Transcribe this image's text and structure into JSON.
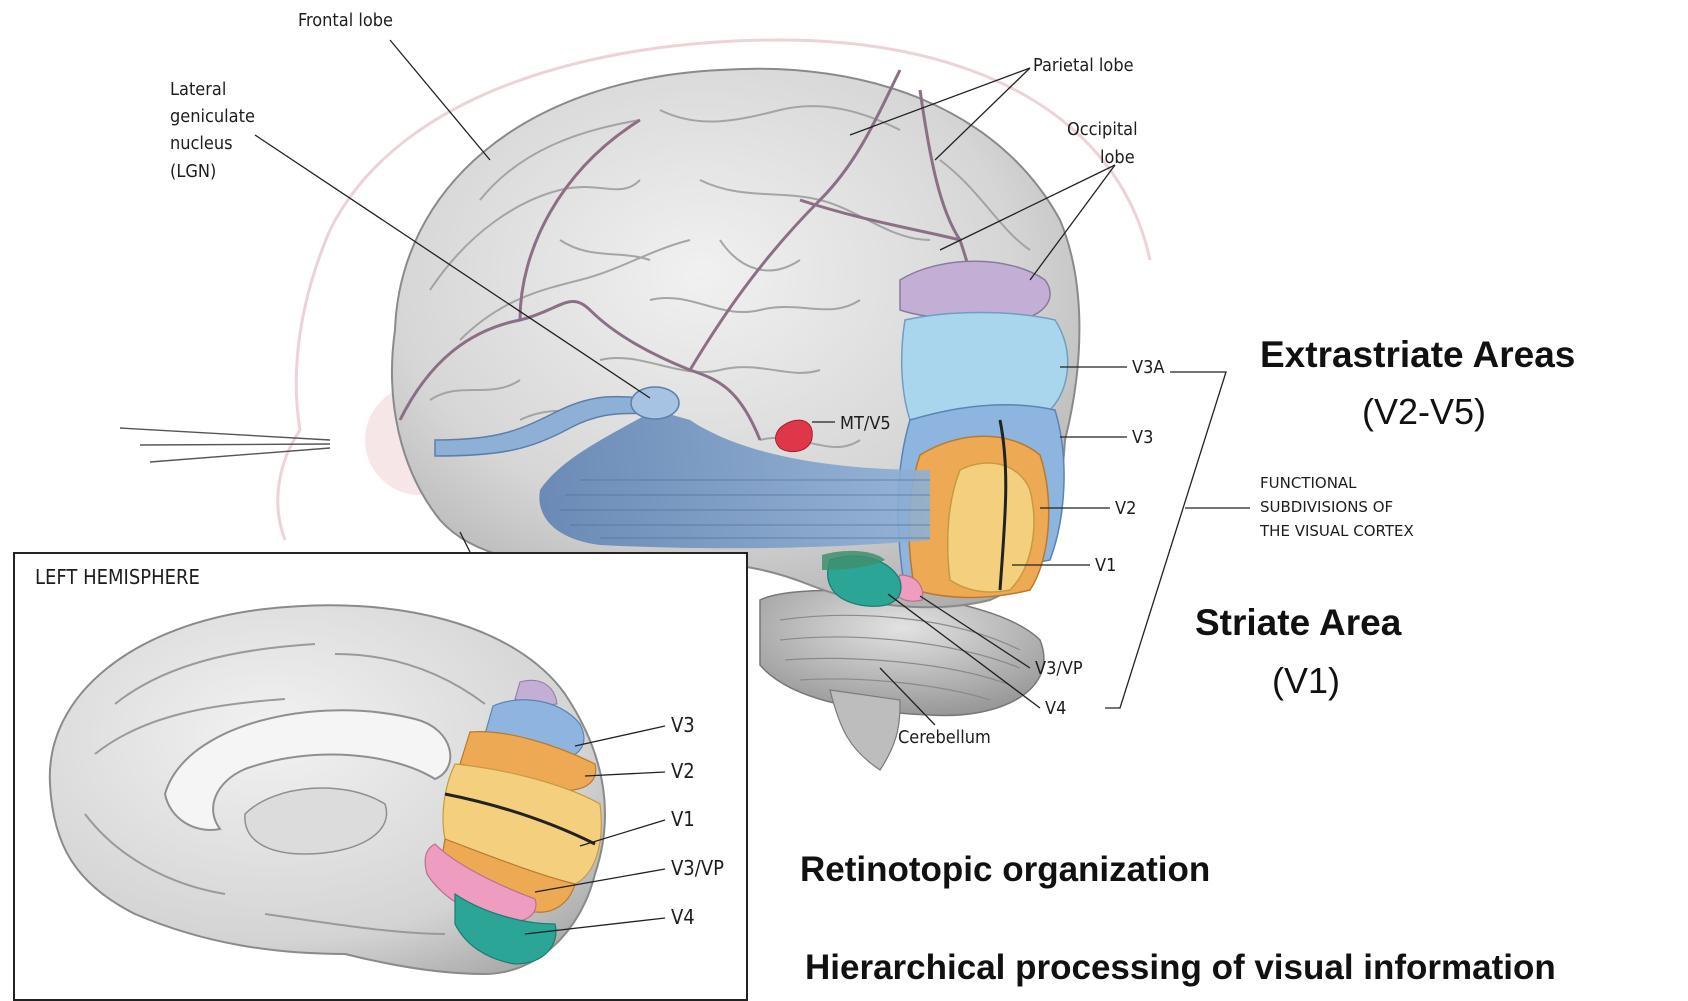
{
  "main_figure": {
    "labels": {
      "frontal_lobe": "Frontal lobe",
      "lgn_line1": "Lateral",
      "lgn_line2": "geniculate",
      "lgn_line3": "nucleus",
      "lgn_line4": "(LGN)",
      "parietal_lobe": "Parietal lobe",
      "occipital_line1": "Occipital",
      "occipital_line2": "lobe",
      "mt_v5": "MT/V5",
      "v3a": "V3A",
      "v3": "V3",
      "v2": "V2",
      "v1": "V1",
      "v3_vp": "V3/VP",
      "v4": "V4",
      "cerebellum": "Cerebellum"
    },
    "functional_caption": [
      "FUNCTIONAL",
      "SUBDIVISIONS OF",
      "THE VISUAL CORTEX"
    ]
  },
  "annotations": {
    "extrastriate_title": "Extrastriate Areas",
    "extrastriate_range": "(V2-V5)",
    "striate_title": "Striate Area",
    "striate_range": "(V1)",
    "retinotopic": "Retinotopic organization",
    "hierarchical": "Hierarchical processing of visual information"
  },
  "inset": {
    "title": "LEFT HEMISPHERE",
    "labels": {
      "v3": "V3",
      "v2": "V2",
      "v1": "V1",
      "v3_vp": "V3/VP",
      "v4": "V4"
    }
  },
  "colors": {
    "v1": "#f4cf7e",
    "v2": "#eda954",
    "v3": "#8db5df",
    "v3a": "#a9d6ec",
    "v4": "#2aa596",
    "v3_vp": "#ee9cc0",
    "occipital_top": "#c3afd6",
    "mt_v5": "#e0364a",
    "optic_radiation": "#6e8fb9",
    "brain": "#dcdcdc",
    "sulcus_line": "#8c6f86"
  }
}
